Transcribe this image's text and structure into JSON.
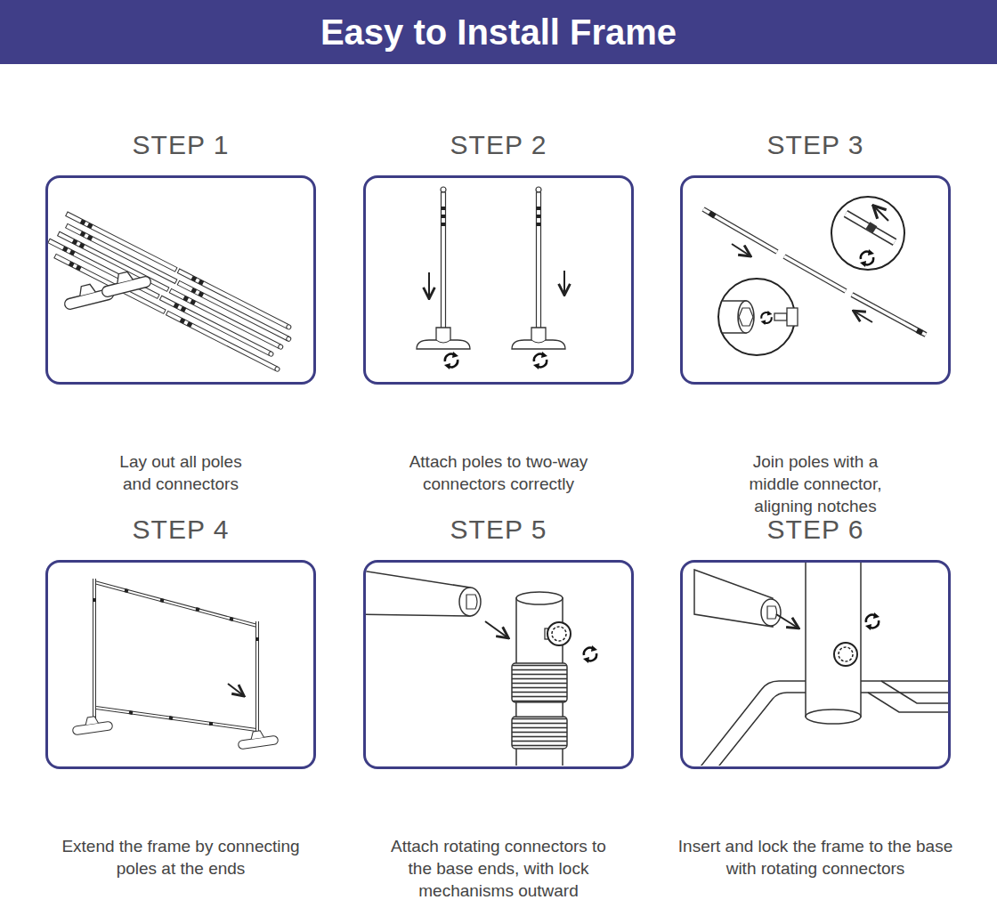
{
  "diagram": {
    "title": "Easy to Install Frame",
    "nodes": [
      {
        "text": [
          "STEP 1",
          "Lay out all poles and connectors"
        ]
      },
      {
        "text": [
          "STEP 2",
          "Attach poles to two-way connectors correctly"
        ]
      },
      {
        "text": [
          "STEP 3",
          "Join poles with a middle connector, aligning notches"
        ]
      },
      {
        "text": [
          "STEP 4",
          "Extend the frame by connecting poles at the ends"
        ]
      },
      {
        "text": [
          "STEP 5",
          "Attach rotating connectors to the base ends, with lock mechanisms outward"
        ]
      },
      {
        "text": [
          "STEP 6",
          "Insert and lock the frame to the base with rotating connectors"
        ]
      }
    ]
  }
}
